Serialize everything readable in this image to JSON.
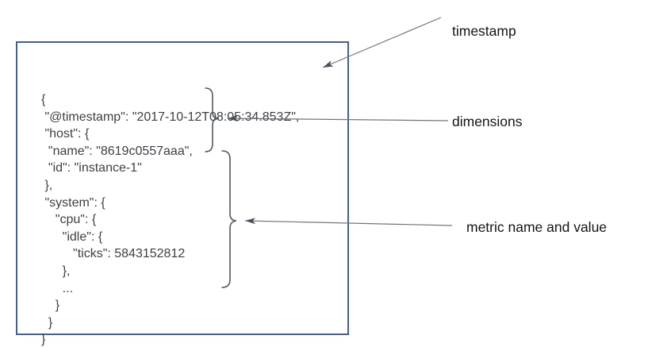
{
  "figure": {
    "description": "Annotated example of a metric document in JSON form",
    "code_lines": [
      "{",
      " \"@timestamp\": \"2017-10-12T08:05:34.853Z\",",
      " \"host\": {",
      "  \"name\": \"8619c0557aaa\",",
      "  \"id\": \"instance-1\"",
      " },",
      " \"system\": {",
      "    \"cpu\": {",
      "      \"idle\": {",
      "         \"ticks\": 5843152812",
      "      },",
      "      ...",
      "    }",
      "  }",
      "}"
    ],
    "annotations": {
      "timestamp": "timestamp",
      "dimensions": "dimensions",
      "metric": "metric name and value"
    },
    "colors": {
      "box_border": "#44608f",
      "code_text": "#3c3f44",
      "label_text": "#121417",
      "arrow_line": "#70757d",
      "arrow_head": "#4a505c",
      "brace": "#525866"
    }
  }
}
